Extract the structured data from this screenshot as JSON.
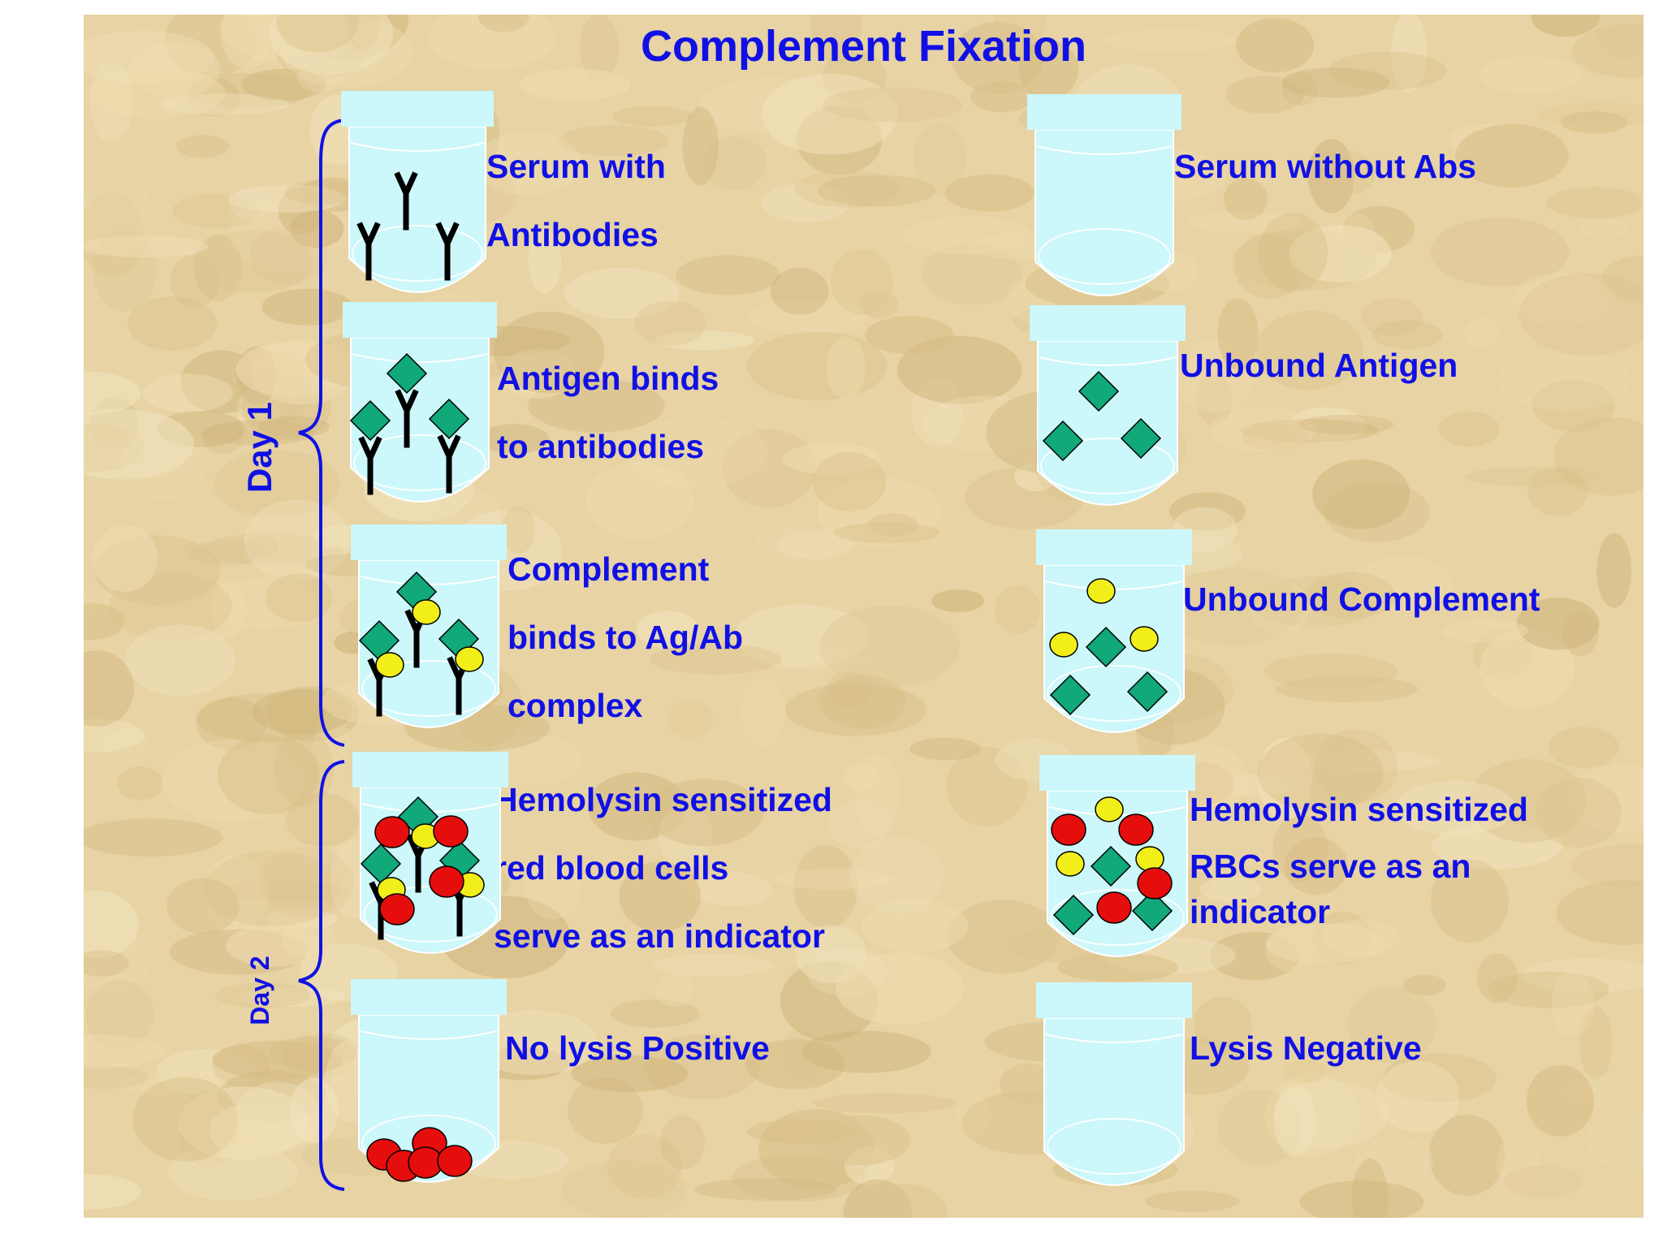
{
  "title": "Complement Fixation",
  "days": {
    "day1": "Day 1",
    "day2": "Day 2"
  },
  "left": [
    {
      "lines": [
        "Serum with",
        "Antibodies"
      ]
    },
    {
      "lines": [
        "Antigen binds",
        "to antibodies"
      ]
    },
    {
      "lines": [
        "Complement",
        "binds to Ag/Ab",
        "complex"
      ]
    },
    {
      "lines": [
        "Hemolysin sensitized",
        "red blood cells",
        "serve as an indicator"
      ]
    },
    {
      "lines": [
        "No lysis Positive"
      ]
    }
  ],
  "right": [
    {
      "lines": [
        "Serum without Abs"
      ]
    },
    {
      "lines": [
        "Unbound Antigen"
      ]
    },
    {
      "lines": [
        "Unbound Complement"
      ]
    },
    {
      "lines": [
        "Hemolysin sensitized",
        "RBCs serve as an",
        "indicator"
      ]
    },
    {
      "lines": [
        "Lysis Negative"
      ]
    }
  ],
  "colors": {
    "text": "#1010e6",
    "background": "#e7d3a4",
    "tube": "#ccf7fb",
    "antigen": "#11a87a",
    "complement": "#f2ee1a",
    "rbc": "#e60d0d",
    "antibody": "#000000"
  }
}
